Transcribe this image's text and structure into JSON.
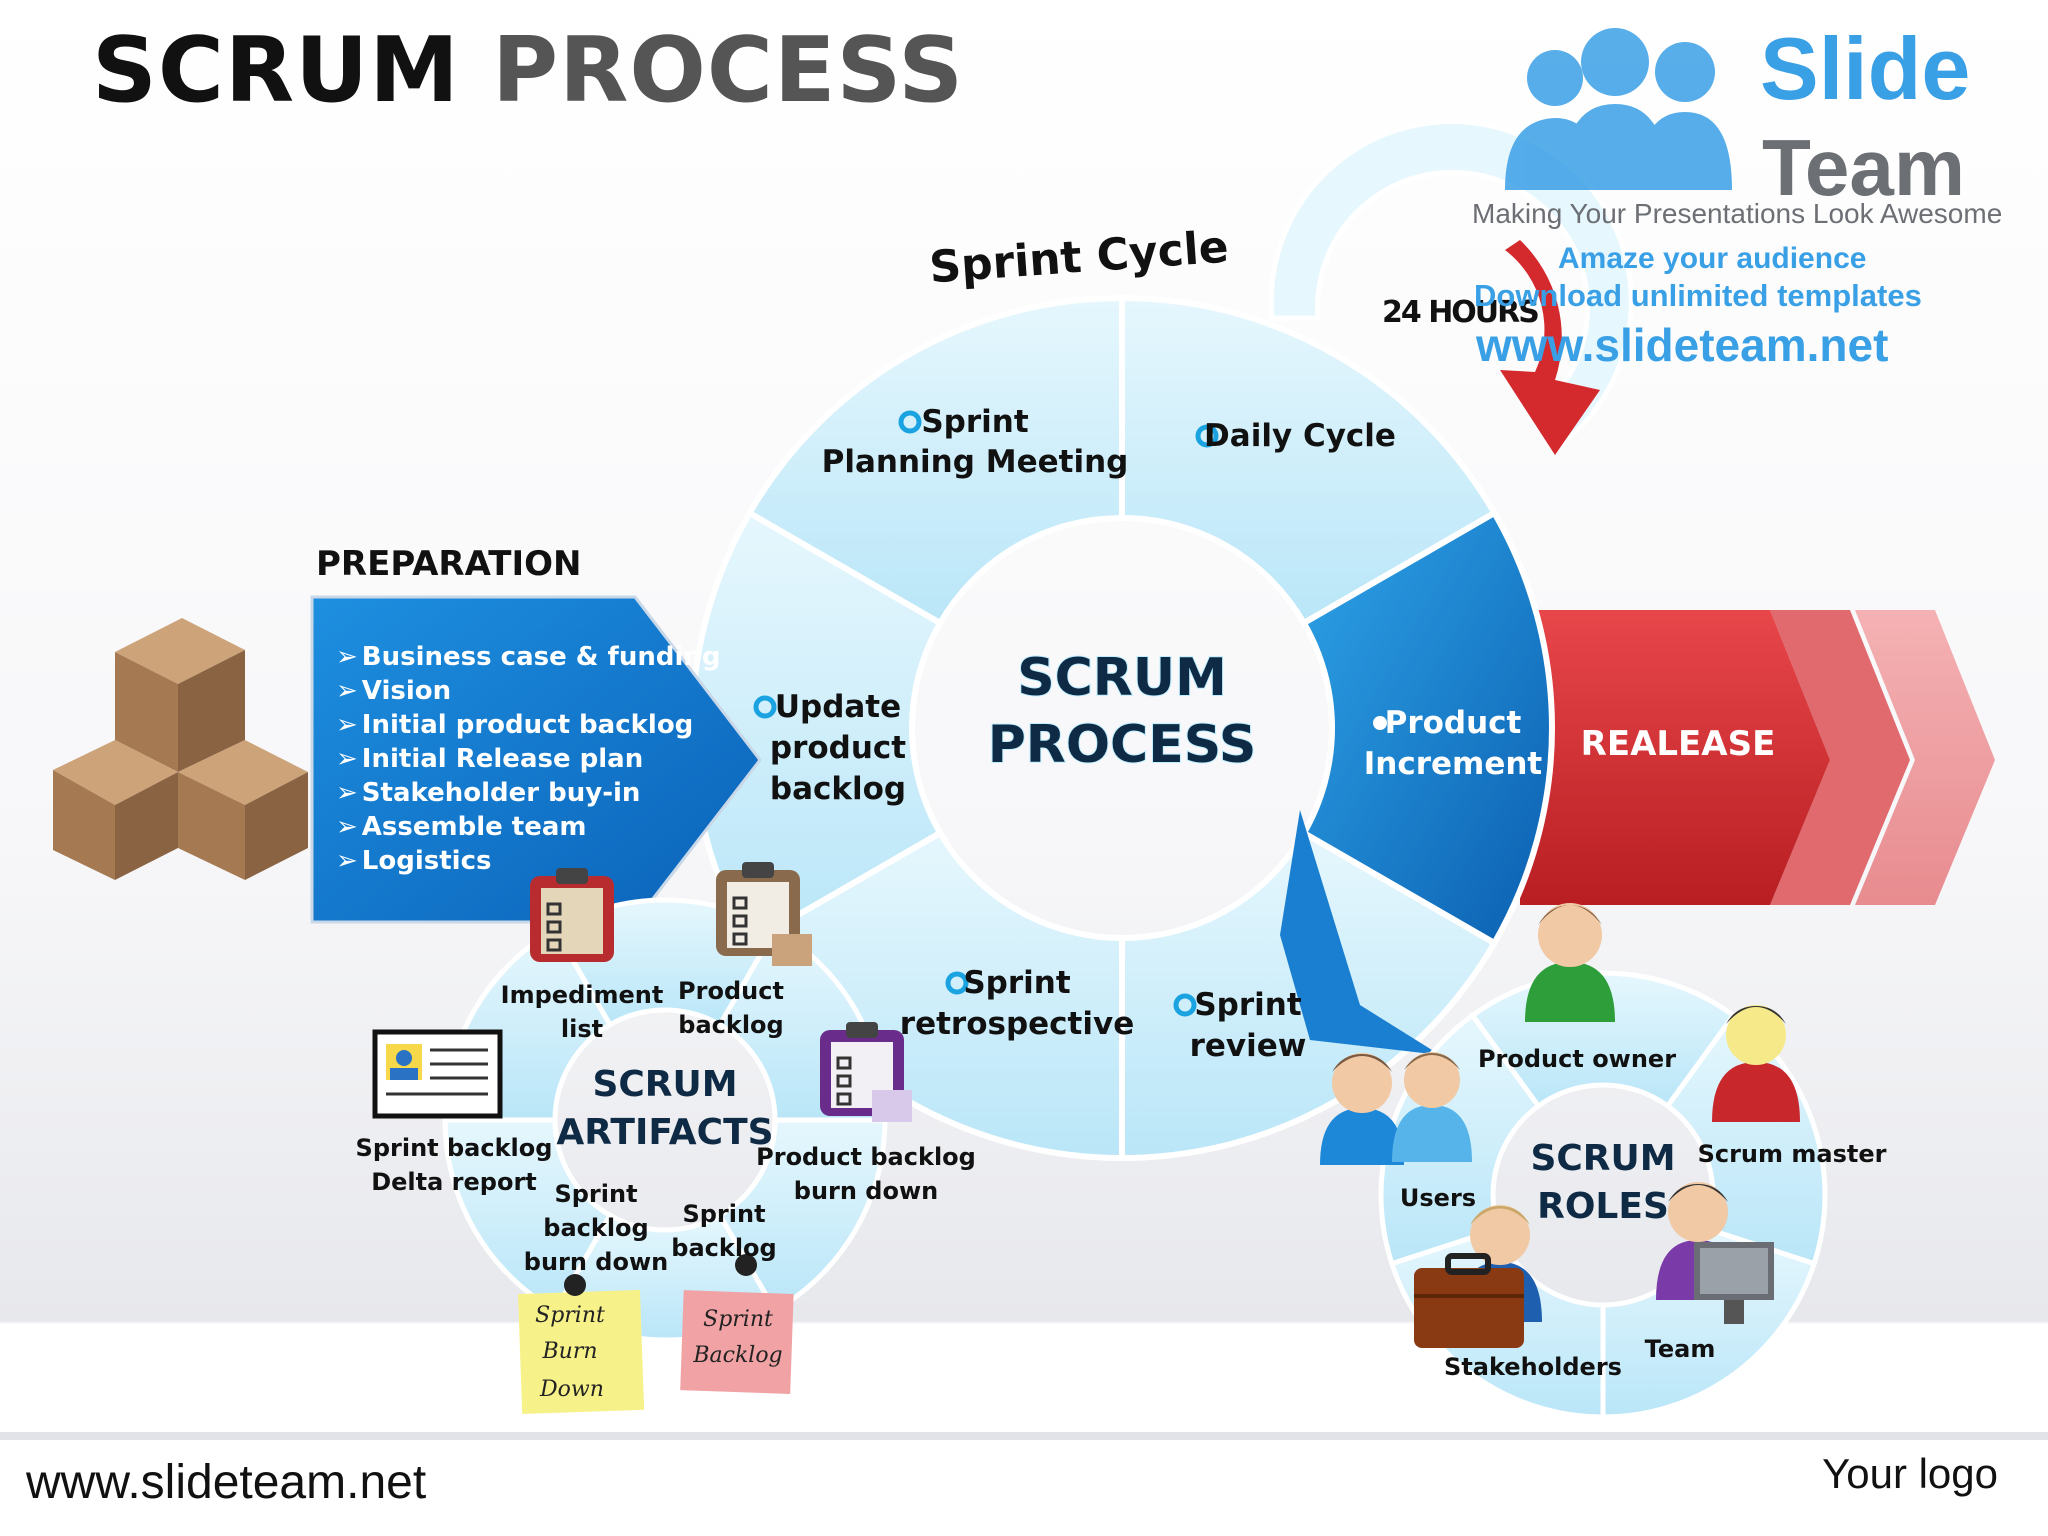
{
  "title": {
    "bold": "SCRUM",
    "rest": "PROCESS"
  },
  "sprint_cycle": {
    "label": "Sprint Cycle",
    "center": [
      "SCRUM",
      "PROCESS"
    ],
    "segments": {
      "planning": [
        "Sprint",
        "Planning Meeting"
      ],
      "daily": [
        "Daily Cycle"
      ],
      "update": [
        "Update",
        "product",
        "backlog"
      ],
      "retro": [
        "Sprint",
        "retrospective"
      ],
      "review": [
        "Sprint",
        "review"
      ],
      "increment": [
        "Product",
        "Increment"
      ]
    },
    "hours": "24 HOURS"
  },
  "preparation": {
    "title": "PREPARATION",
    "items": [
      "Business case & funding",
      "Vision",
      "Initial product backlog",
      "Initial Release plan",
      "Stakeholder buy-in",
      "Assemble team",
      "Logistics"
    ]
  },
  "release": {
    "label": "REALEASE"
  },
  "artifacts": {
    "center": [
      "SCRUM",
      "ARTIFACTS"
    ],
    "impediment": [
      "Impediment",
      "list"
    ],
    "product_backlog": [
      "Product",
      "backlog"
    ],
    "pb_burndown": [
      "Product backlog",
      "burn down"
    ],
    "sprint_backlog": [
      "Sprint",
      "backlog"
    ],
    "sb_burndown": [
      "Sprint",
      "backlog",
      "burn down"
    ],
    "delta": [
      "Sprint backlog",
      "Delta report"
    ],
    "note_yellow": [
      "Sprint",
      "Burn",
      "Down"
    ],
    "note_pink": [
      "Sprint",
      "Backlog"
    ]
  },
  "roles": {
    "center": [
      "SCRUM",
      "ROLES"
    ],
    "product_owner": "Product owner",
    "scrum_master": "Scrum master",
    "users": "Users",
    "stakeholders": "Stakeholders",
    "team": "Team"
  },
  "watermark": {
    "brand1": "Slide",
    "brand2": "Team",
    "tagline": "Making Your Presentations Look Awesome",
    "line1": "Amaze your audience",
    "line2": "Download unlimited templates",
    "url": "www.slideteam.net"
  },
  "footer": {
    "url": "www.slideteam.net",
    "logo": "Your logo"
  },
  "colors": {
    "light_blue": "#cdeefa",
    "mid_blue": "#1a8ed6",
    "dark_blue": "#0b5fb0",
    "release_red": "#d42a2e",
    "bullet_blue": "#1aa3e0"
  }
}
